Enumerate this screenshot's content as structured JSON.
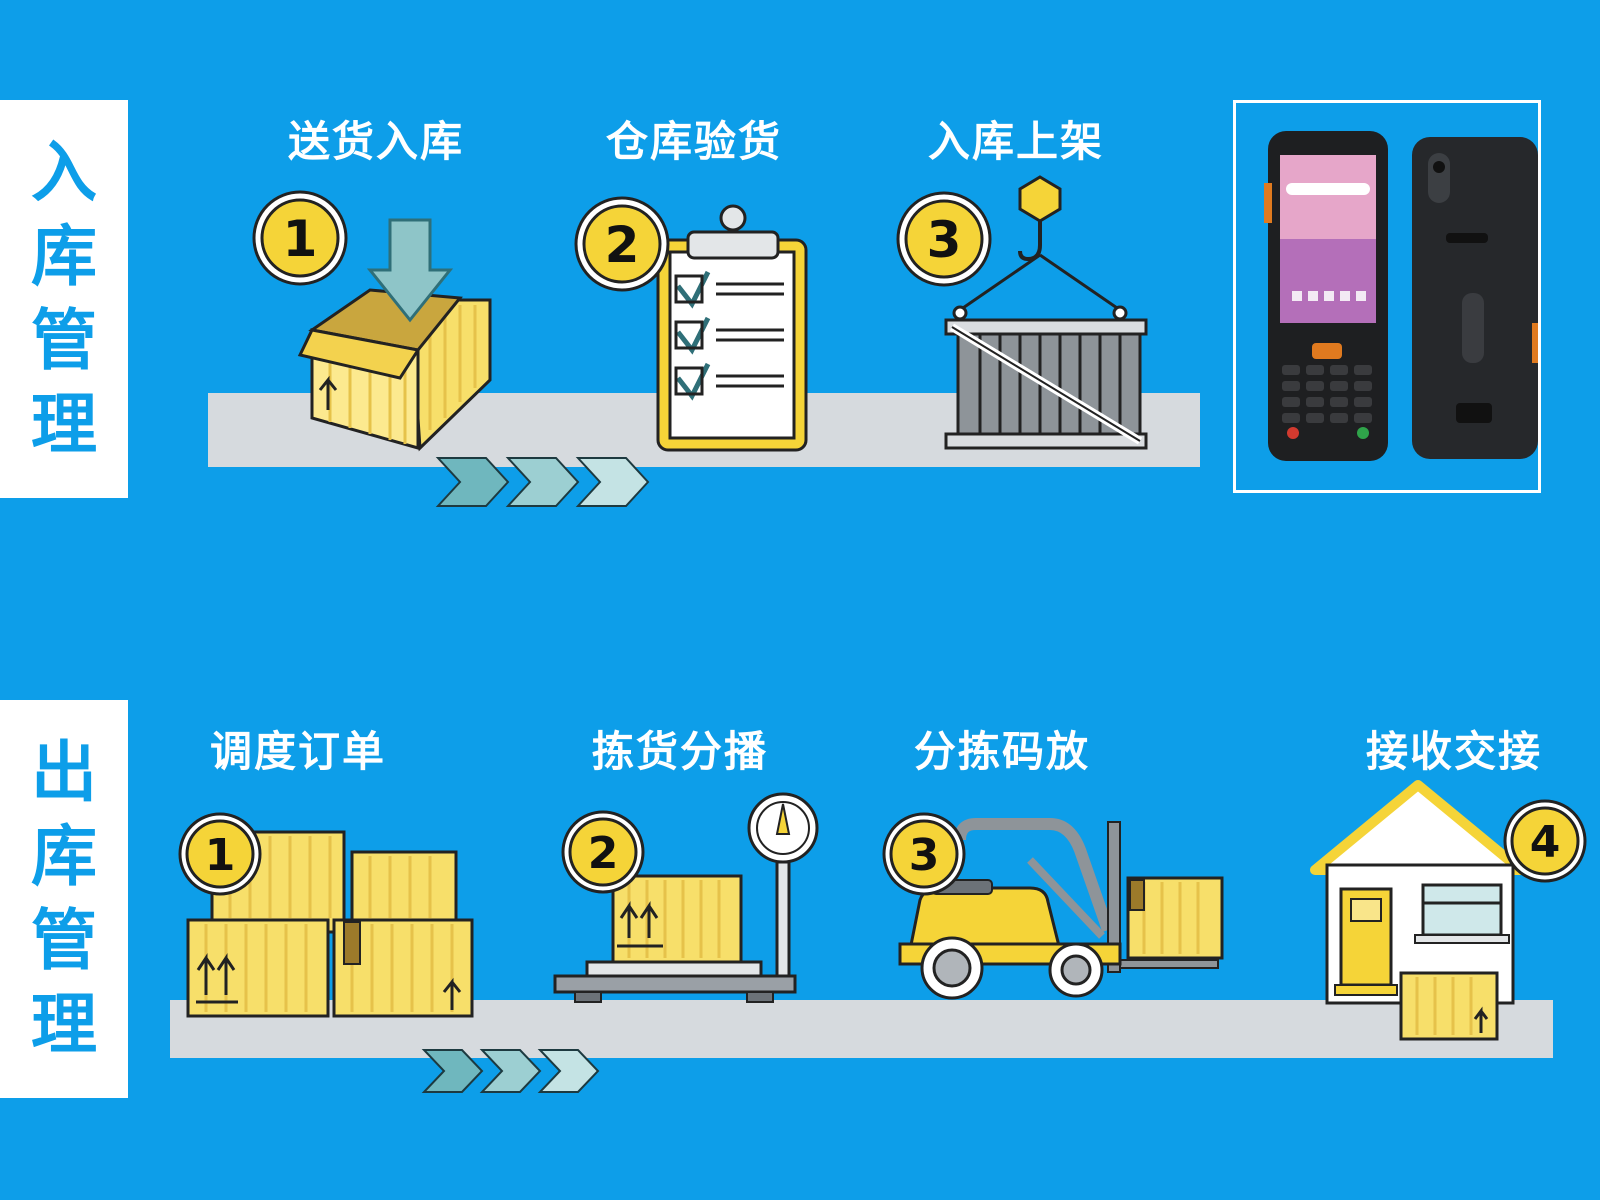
{
  "inbound": {
    "label_chars": [
      "入",
      "库",
      "管",
      "理"
    ],
    "steps": [
      {
        "number": "1",
        "title": "送货入库"
      },
      {
        "number": "2",
        "title": "仓库验货"
      },
      {
        "number": "3",
        "title": "入库上架"
      }
    ]
  },
  "outbound": {
    "label_chars": [
      "出",
      "库",
      "管",
      "理"
    ],
    "steps": [
      {
        "number": "1",
        "title": "调度订单"
      },
      {
        "number": "2",
        "title": "拣货分播"
      },
      {
        "number": "3",
        "title": "分拣码放"
      },
      {
        "number": "4",
        "title": "接收交接"
      }
    ]
  },
  "colors": {
    "background": "#0d9ee9",
    "badge_fill": "#f5d438",
    "box_fill": "#f7df6a",
    "track": "#d6dade",
    "arrow_teal": "#6fb7be"
  },
  "icons": [
    "box-arrow-in-icon",
    "clipboard-check-icon",
    "crane-container-icon",
    "handheld-terminal-image",
    "stacked-boxes-icon",
    "scale-icon",
    "forklift-icon",
    "house-icon"
  ]
}
